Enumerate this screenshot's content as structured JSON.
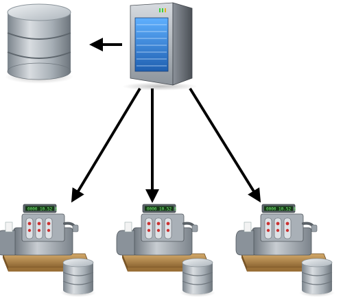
{
  "diagram": {
    "nodes": [
      {
        "id": "database",
        "kind": "database-icon"
      },
      {
        "id": "server",
        "kind": "server-icon"
      },
      {
        "id": "register-left",
        "kind": "cash-register-icon",
        "display": "0000 10.52 $"
      },
      {
        "id": "register-center",
        "kind": "cash-register-icon",
        "display": "0000 10.52 $"
      },
      {
        "id": "register-right",
        "kind": "cash-register-icon",
        "display": "0000 10.52 $"
      }
    ],
    "edges": [
      {
        "from": "server",
        "to": "database"
      },
      {
        "from": "server",
        "to": "register-left"
      },
      {
        "from": "server",
        "to": "register-center"
      },
      {
        "from": "server",
        "to": "register-right"
      }
    ],
    "colors": {
      "arrow": "#000000",
      "server_body": "#5a5f66",
      "server_panel": "#2f7fd6",
      "database_body": "#9aa3ab",
      "register_body": "#8e969e",
      "register_base": "#b58a4e",
      "display_bg": "#163a16"
    }
  }
}
